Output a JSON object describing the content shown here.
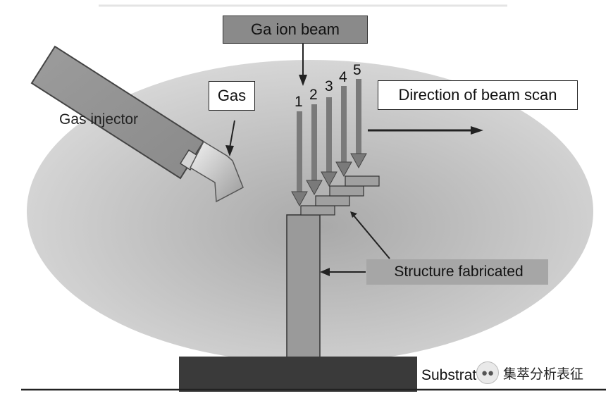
{
  "labels": {
    "beam": "Ga ion beam",
    "gas": "Gas",
    "injector": "Gas injector",
    "direction": "Direction of beam scan",
    "structure": "Structure fabricated",
    "substrate": "Substrate"
  },
  "beam_numbers": [
    "1",
    "2",
    "3",
    "4",
    "5"
  ],
  "watermark": {
    "icon": "wechat-icon",
    "text": "集萃分析表征"
  },
  "colors": {
    "chamber": "#cfcfcf",
    "chamber_core": "#a8a8a8",
    "beam_arrow": "#7a7a7a",
    "pillar": "#9a9a9a",
    "substrate": "#3a3a3a",
    "step": "#a0a0a0"
  }
}
